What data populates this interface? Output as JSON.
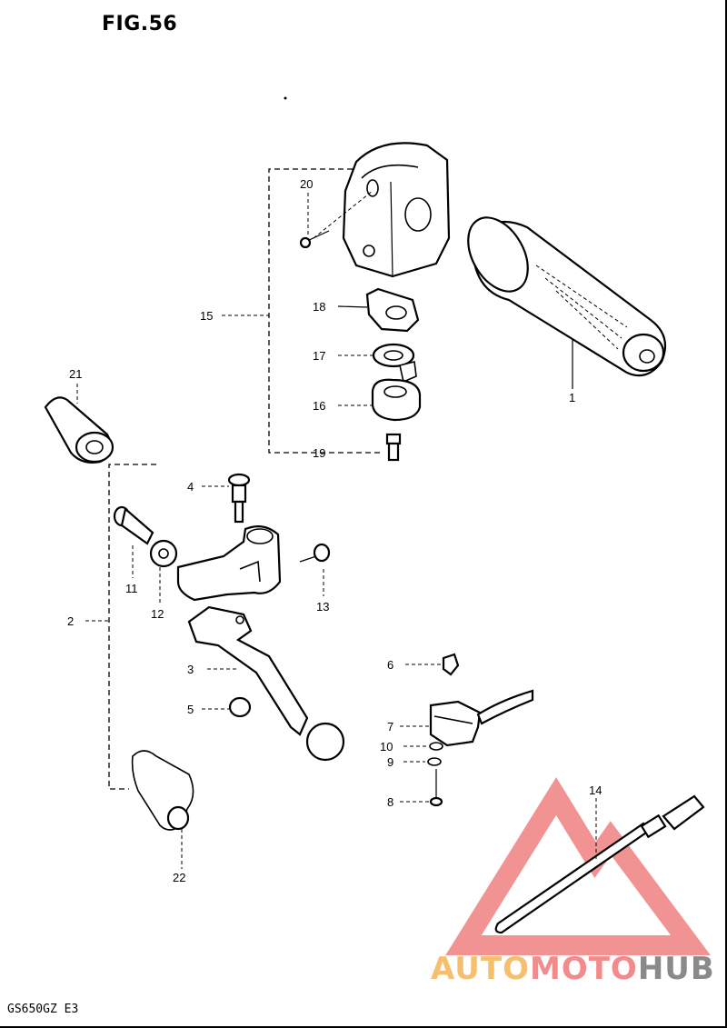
{
  "figure": {
    "title": "FIG.56",
    "model": "GS650GZ  E3"
  },
  "callouts": {
    "c1": "1",
    "c2": "2",
    "c3": "3",
    "c4": "4",
    "c5": "5",
    "c6": "6",
    "c7": "7",
    "c8": "8",
    "c9": "9",
    "c10": "10",
    "c11": "11",
    "c12": "12",
    "c13": "13",
    "c14": "14",
    "c15": "15",
    "c16": "16",
    "c17": "17",
    "c18": "18",
    "c19": "19",
    "c20": "20",
    "c21": "21",
    "c22": "22"
  },
  "watermark": {
    "part1": "AUTO",
    "part2": "MOTO",
    "part3": "HUB"
  },
  "colors": {
    "ink": "#000000",
    "watermark_red": "#f08080",
    "watermark_orange": "#f6bf6e",
    "watermark_grey": "#8a8a8a"
  }
}
